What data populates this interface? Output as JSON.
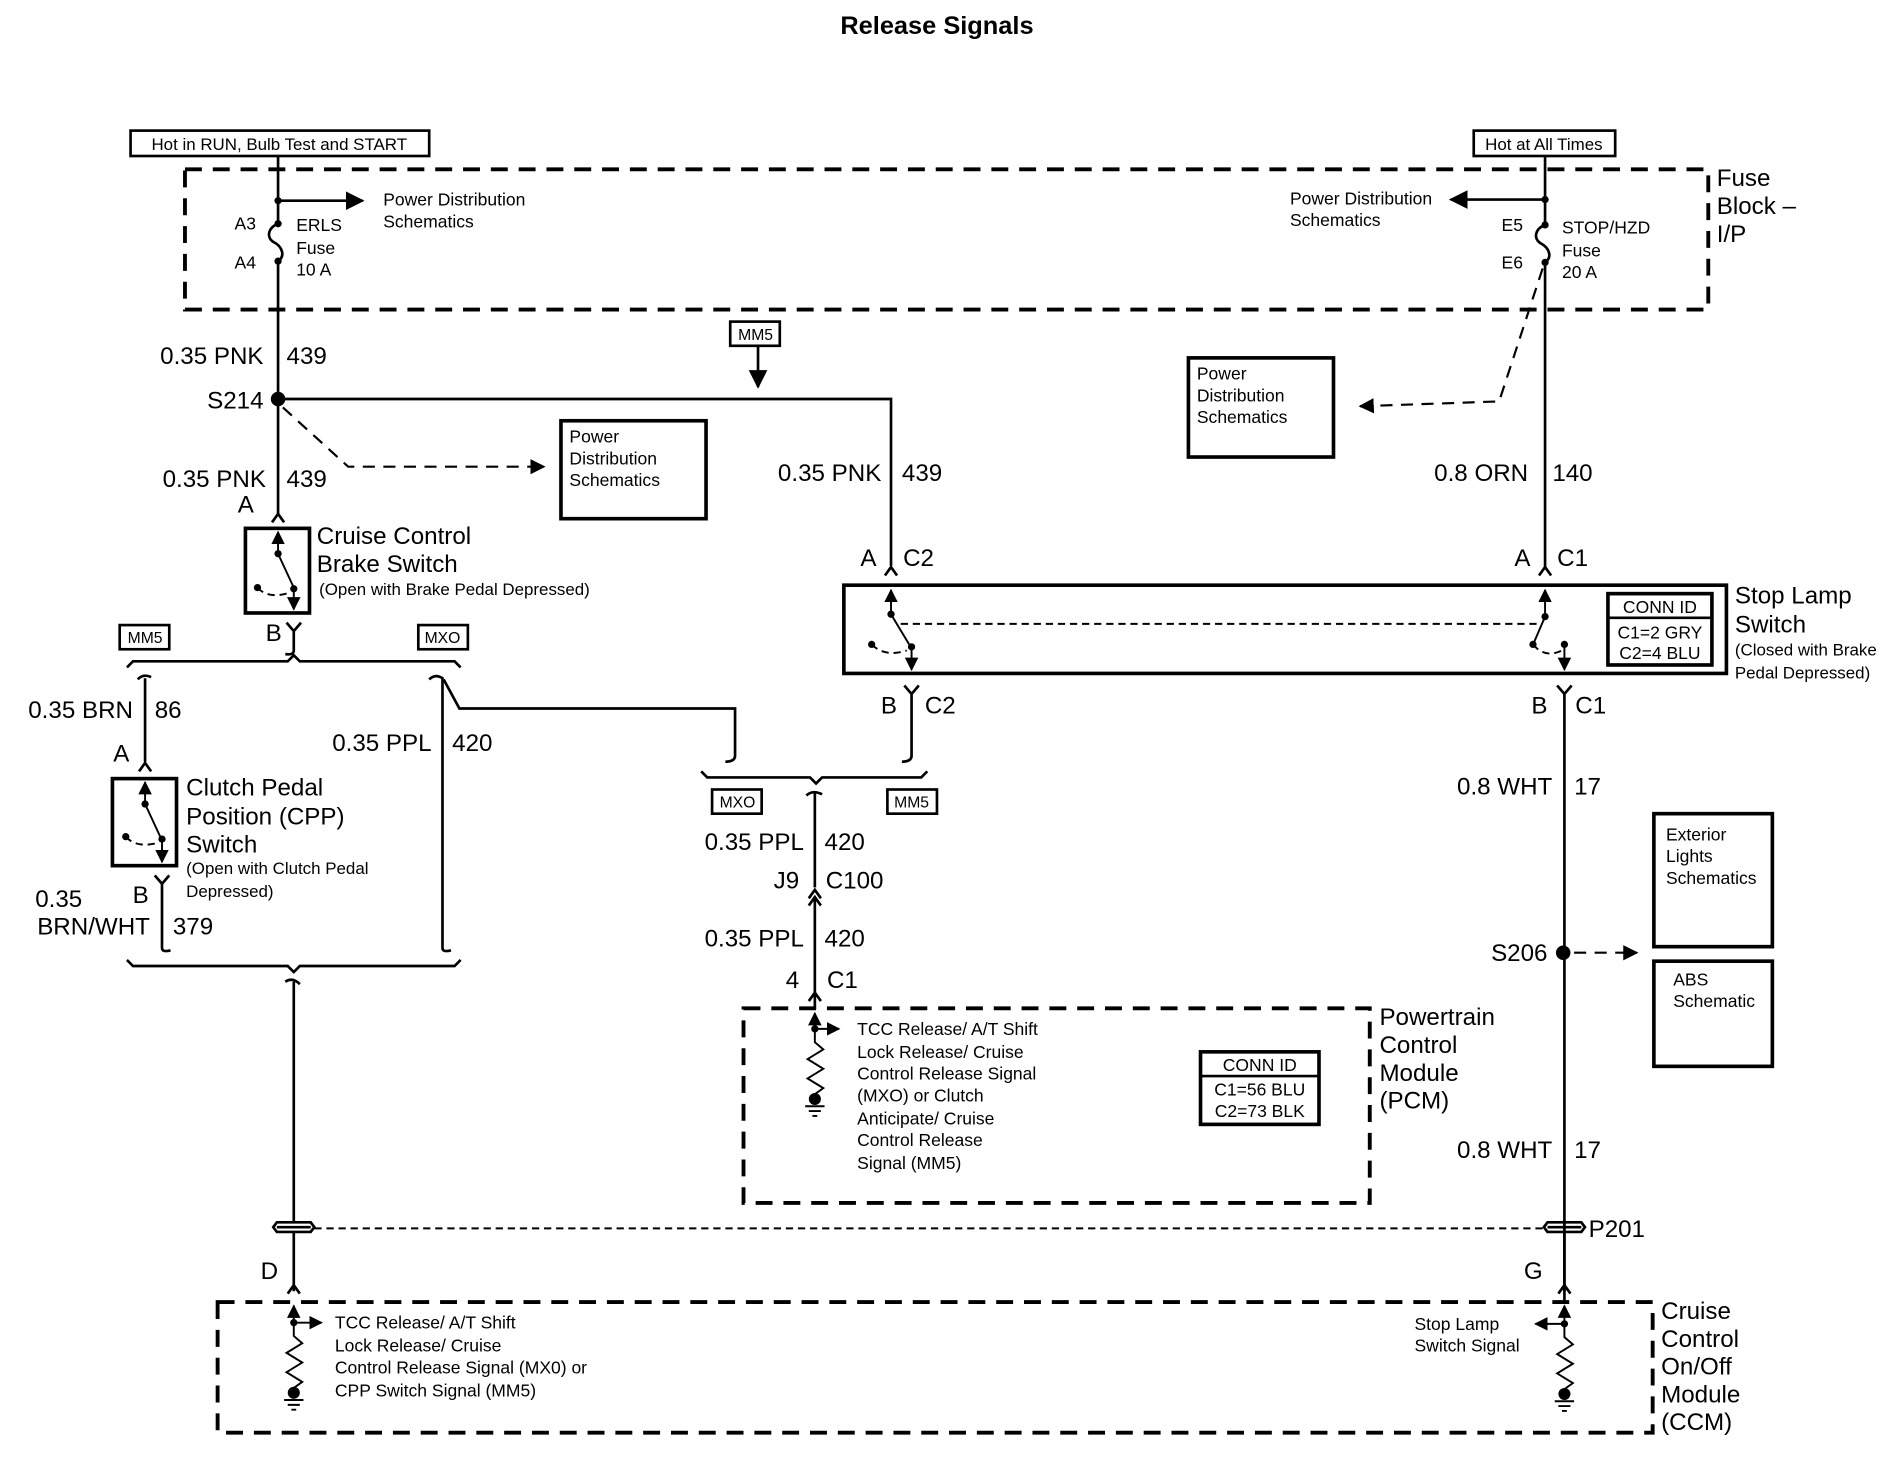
{
  "title": "Release Signals",
  "power_sources": {
    "left": "Hot in RUN, Bulb Test and START",
    "right": "Hot at All Times"
  },
  "fuse_block": {
    "label_lines": [
      "Fuse",
      "Block –",
      "I/P"
    ],
    "left_fuse": {
      "pin_in": "A3",
      "pin_out": "A4",
      "name_lines": [
        "ERLS",
        "Fuse",
        "10 A"
      ],
      "ref_lines": [
        "Power Distribution",
        "Schematics"
      ]
    },
    "right_fuse": {
      "pin_in": "E5",
      "pin_out": "E6",
      "name_lines": [
        "STOP/HZD",
        "Fuse",
        "20 A"
      ],
      "ref_lines": [
        "Power Distribution",
        "Schematics"
      ]
    }
  },
  "wires": {
    "pnk_upper": {
      "gauge_color": "0.35 PNK",
      "circuit": "439"
    },
    "pnk_lower": {
      "gauge_color": "0.35 PNK",
      "circuit": "439"
    },
    "pnk_middle": {
      "gauge_color": "0.35 PNK",
      "circuit": "439"
    },
    "orn": {
      "gauge_color": "0.8 ORN",
      "circuit": "140"
    },
    "brn": {
      "gauge_color": "0.35 BRN",
      "circuit": "86"
    },
    "brn_wht": {
      "gauge_lines": [
        "0.35",
        "BRN/WHT"
      ],
      "circuit": "379"
    },
    "ppl_left": {
      "gauge_color": "0.35 PPL",
      "circuit": "420"
    },
    "ppl_mid_upper": {
      "gauge_color": "0.35 PPL",
      "circuit": "420"
    },
    "ppl_mid_lower": {
      "gauge_color": "0.35 PPL",
      "circuit": "420"
    },
    "wht_upper": {
      "gauge_color": "0.8 WHT",
      "circuit": "17"
    },
    "wht_lower": {
      "gauge_color": "0.8 WHT",
      "circuit": "17"
    }
  },
  "splices": {
    "s214": "S214",
    "s206": "S206"
  },
  "option_tags": {
    "mm5": "MM5",
    "mxo": "MXO"
  },
  "ref_boxes": {
    "power_dist_left": [
      "Power",
      "Distribution",
      "Schematics"
    ],
    "power_dist_right": [
      "Power",
      "Distribution",
      "Schematics"
    ],
    "exterior_lights": [
      "Exterior",
      "Lights",
      "Schematics"
    ],
    "abs": [
      "ABS",
      "Schematic"
    ]
  },
  "cruise_brake_switch": {
    "pin_a": "A",
    "pin_b": "B",
    "name_lines": [
      "Cruise Control",
      "Brake Switch"
    ],
    "note": "(Open with Brake Pedal Depressed)"
  },
  "cpp_switch": {
    "pin_a": "A",
    "pin_b": "B",
    "name_lines": [
      "Clutch Pedal",
      "Position (CPP)",
      "Switch"
    ],
    "note_lines": [
      "(Open with Clutch Pedal",
      "Depressed)"
    ]
  },
  "stop_lamp_switch": {
    "left_top_pin": "A",
    "left_top_conn": "C2",
    "right_top_pin": "A",
    "right_top_conn": "C1",
    "left_bottom_pin": "B",
    "left_bottom_conn": "C2",
    "right_bottom_pin": "B",
    "right_bottom_conn": "C1",
    "name_lines": [
      "Stop Lamp",
      "Switch"
    ],
    "note_lines": [
      "(Closed with Brake",
      "Pedal Depressed)"
    ],
    "conn_id": {
      "header": "CONN ID",
      "rows": [
        "C1=2 GRY",
        "C2=4 BLU"
      ]
    }
  },
  "inline_connector_c100": {
    "pin": "J9",
    "conn": "C100"
  },
  "pcm": {
    "pin": "4",
    "conn": "C1",
    "name_lines": [
      "Powertrain",
      "Control",
      "Module",
      "(PCM)"
    ],
    "signal_lines": [
      "TCC Release/ A/T Shift",
      "Lock Release/ Cruise",
      "Control Release Signal",
      "(MXO) or Clutch",
      "Anticipate/ Cruise",
      "Control Release",
      "Signal (MM5)"
    ],
    "conn_id": {
      "header": "CONN ID",
      "rows": [
        "C1=56 BLU",
        "C2=73 BLK"
      ]
    }
  },
  "p201": "P201",
  "ccm": {
    "pin_left": "D",
    "pin_right": "G",
    "name_lines": [
      "Cruise",
      "Control",
      "On/Off",
      "Module",
      "(CCM)"
    ],
    "left_signal_lines": [
      "TCC Release/ A/T Shift",
      "Lock Release/ Cruise",
      "Control Release Signal (MX0) or",
      "CPP Switch Signal (MM5)"
    ],
    "right_signal_lines": [
      "Stop Lamp",
      "Switch Signal"
    ]
  }
}
